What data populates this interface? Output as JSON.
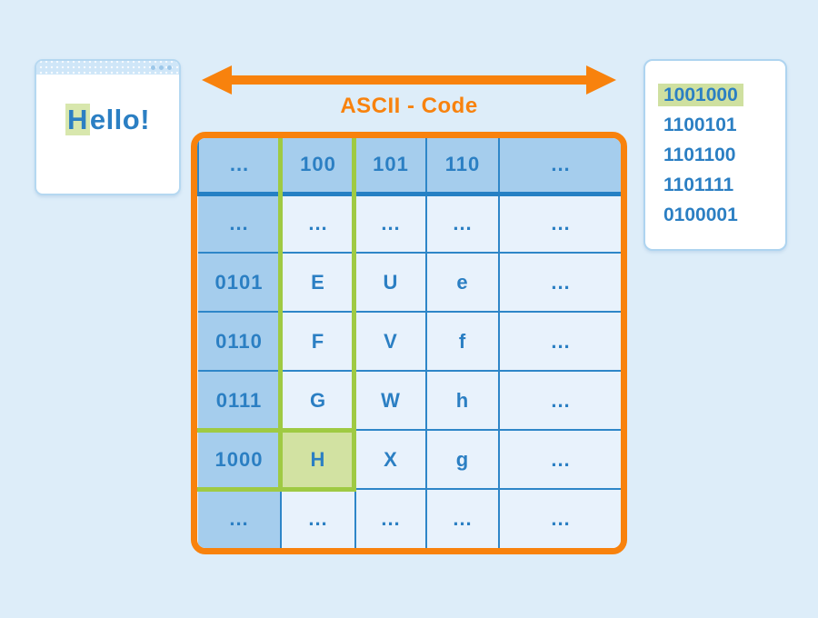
{
  "hello_window": {
    "highlight_char": "H",
    "rest": "ello!"
  },
  "ascii_header": {
    "label": "ASCII - Code"
  },
  "ascii_table": {
    "column_headers": [
      "...",
      "100",
      "101",
      "110",
      "..."
    ],
    "rows": [
      {
        "header": "...",
        "cells": [
          "...",
          "...",
          "...",
          "..."
        ]
      },
      {
        "header": "0101",
        "cells": [
          "E",
          "U",
          "e",
          "..."
        ]
      },
      {
        "header": "0110",
        "cells": [
          "F",
          "V",
          "f",
          "..."
        ]
      },
      {
        "header": "0111",
        "cells": [
          "G",
          "W",
          "h",
          "..."
        ]
      },
      {
        "header": "1000",
        "cells": [
          "H",
          "X",
          "g",
          "..."
        ]
      },
      {
        "header": "...",
        "cells": [
          "...",
          "...",
          "...",
          "..."
        ]
      }
    ],
    "highlighted_column": "100",
    "highlighted_row": "1000",
    "highlighted_cell": "H"
  },
  "binary_panel": {
    "codes": [
      "1001000",
      "1100101",
      "1101100",
      "1101111",
      "0100001"
    ],
    "highlighted_code": "1001000"
  },
  "colors": {
    "orange": "#f8820d",
    "blue_text": "#2b7fc3",
    "header_cell_blue": "#a5cded",
    "grid_line_blue": "#2e86c8",
    "separator_blue": "#2580c4",
    "green_border": "#9fca43",
    "green_fill": "#d2e2a2",
    "page_background": "#ddedf9"
  }
}
